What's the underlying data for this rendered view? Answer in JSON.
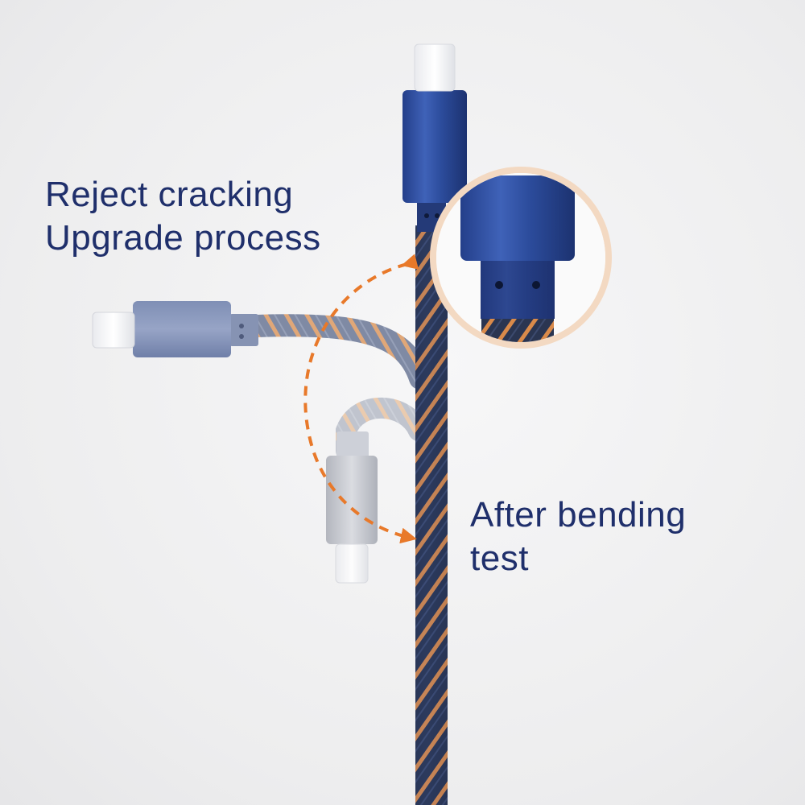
{
  "captions": {
    "top_line1": "Reject cracking",
    "top_line2": "Upgrade process",
    "bottom_line1": "After bending",
    "bottom_line2": "test"
  },
  "colors": {
    "text": "#1f2f6b",
    "arrow": "#e8792a",
    "ring": "#f2d2b5",
    "connector_blue": "#2f4fa0",
    "denim_dark": "#2b3550",
    "stitch_orange": "#d98a4a",
    "metal_silver": "#b9bcc4"
  },
  "icons": {
    "arrow": "curved-dashed-arrow-icon",
    "connector": "lightning-connector-icon"
  }
}
